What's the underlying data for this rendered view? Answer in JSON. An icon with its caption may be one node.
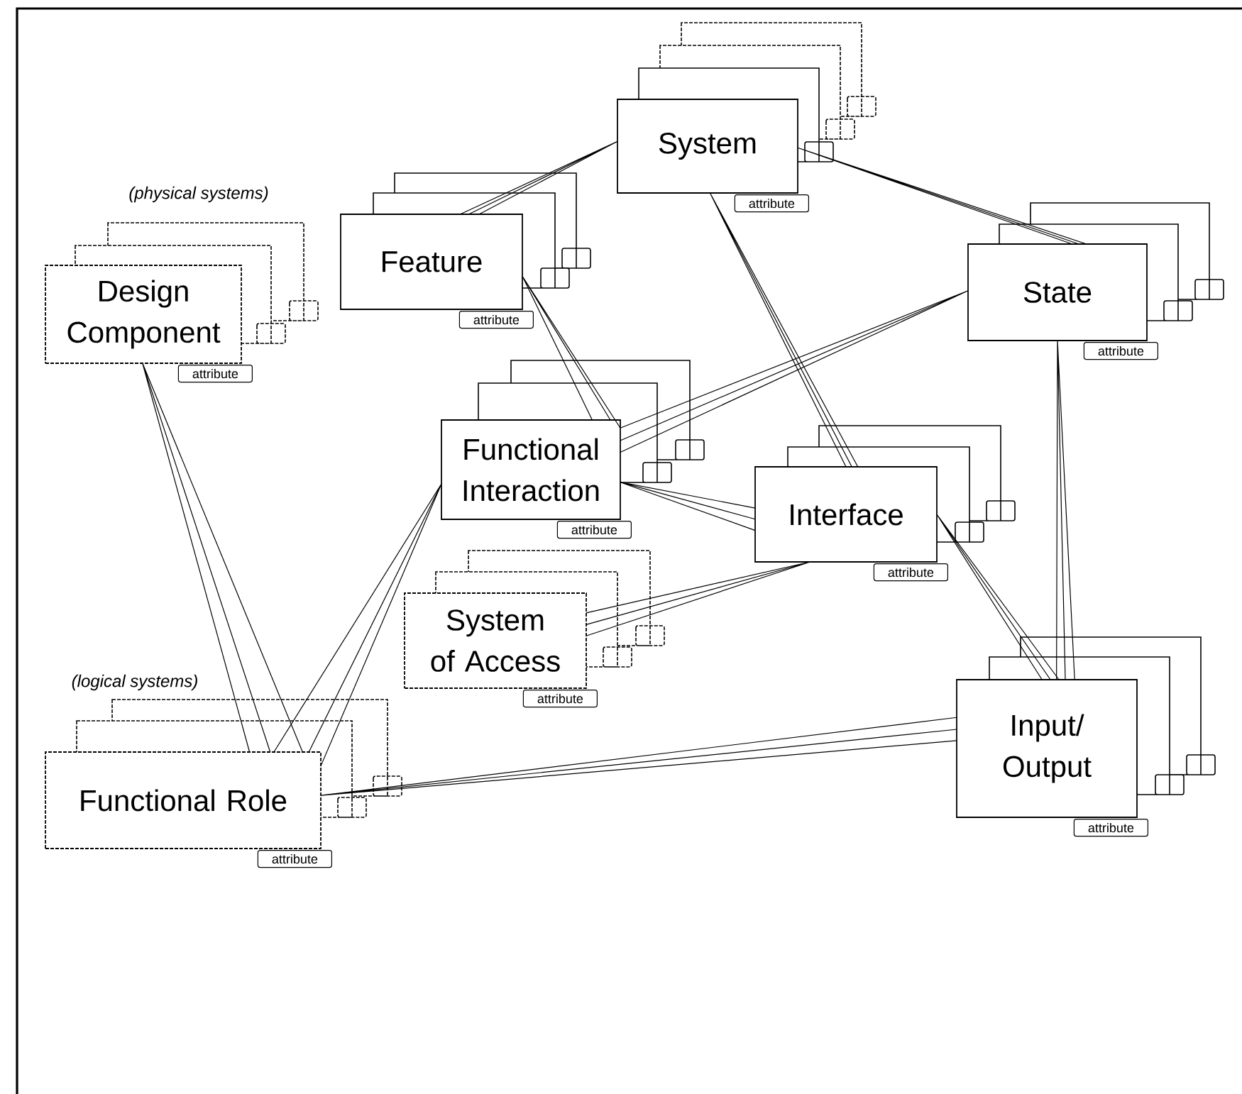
{
  "diagram": {
    "nodes": [
      {
        "text": [
          "System",
          "attribute"
        ]
      },
      {
        "text": [
          "Feature",
          "attribute"
        ]
      },
      {
        "text": [
          "(physical systems)",
          "Design Component",
          "attribute"
        ]
      },
      {
        "text": [
          "State",
          "attribute"
        ]
      },
      {
        "text": [
          "Functional Interaction",
          "attribute"
        ]
      },
      {
        "text": [
          "Interface",
          "attribute"
        ]
      },
      {
        "text": [
          "System of Access",
          "attribute"
        ]
      },
      {
        "text": [
          "(logical systems)",
          "Functional Role",
          "attribute"
        ]
      },
      {
        "text": [
          "Input/ Output",
          "attribute"
        ]
      }
    ],
    "edges": [
      {
        "from": 0,
        "to": 1,
        "arrow": "none"
      },
      {
        "from": 0,
        "to": 3,
        "arrow": "none"
      },
      {
        "from": 0,
        "to": 5,
        "arrow": "none"
      },
      {
        "from": 1,
        "to": 4,
        "arrow": "none"
      },
      {
        "from": 3,
        "to": 4,
        "arrow": "none"
      },
      {
        "from": 4,
        "to": 5,
        "arrow": "none"
      },
      {
        "from": 3,
        "to": 8,
        "arrow": "none"
      },
      {
        "from": 5,
        "to": 8,
        "arrow": "none"
      },
      {
        "from": 5,
        "to": 6,
        "arrow": "none"
      },
      {
        "from": 2,
        "to": 7,
        "arrow": "none"
      },
      {
        "from": 4,
        "to": 7,
        "arrow": "none"
      },
      {
        "from": 7,
        "to": 8,
        "arrow": "none"
      }
    ]
  }
}
